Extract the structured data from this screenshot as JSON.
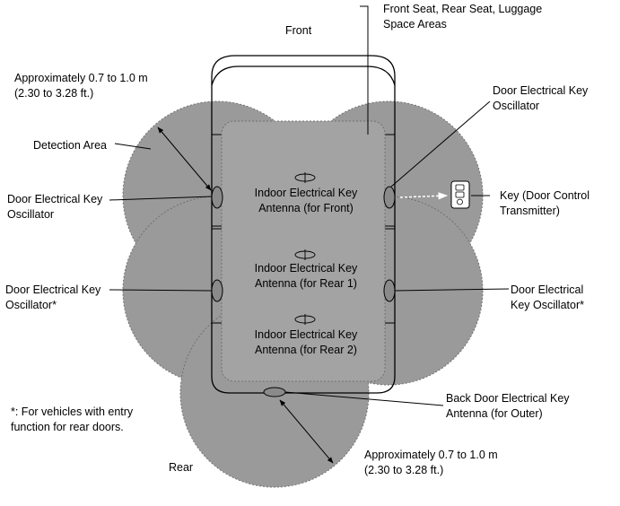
{
  "labels": {
    "front": "Front",
    "rear": "Rear",
    "seat_areas_l1": "Front Seat, Rear Seat, Luggage",
    "seat_areas_l2": "Space Areas",
    "approx_top_l1": "Approximately 0.7 to 1.0 m",
    "approx_top_l2": "(2.30 to 3.28 ft.)",
    "detection_area": "Detection Area",
    "osc_left_front_l1": "Door Electrical Key",
    "osc_left_front_l2": "Oscillator",
    "osc_left_rear_l1": "Door Electrical Key",
    "osc_left_rear_l2": "Oscillator*",
    "osc_right_front_l1": "Door Electrical Key",
    "osc_right_front_l2": "Oscillator",
    "osc_right_rear_l1": "Door Electrical",
    "osc_right_rear_l2": "Key Oscillator*",
    "key_l1": "Key (Door Control",
    "key_l2": "Transmitter)",
    "ant_front_l1": "Indoor Electrical Key",
    "ant_front_l2": "Antenna (for Front)",
    "ant_rear1_l1": "Indoor Electrical Key",
    "ant_rear1_l2": "Antenna (for Rear 1)",
    "ant_rear2_l1": "Indoor Electrical Key",
    "ant_rear2_l2": "Antenna (for Rear 2)",
    "back_door_l1": "Back Door Electrical Key",
    "back_door_l2": "Antenna (for Outer)",
    "note_l1": "*: For vehicles with entry",
    "note_l2": "function for rear doors.",
    "approx_bottom_l1": "Approximately 0.7 to 1.0 m",
    "approx_bottom_l2": "(2.30 to 3.28 ft.)"
  },
  "colors": {
    "detection_fill": "#9a9a9a",
    "line": "#000000"
  }
}
